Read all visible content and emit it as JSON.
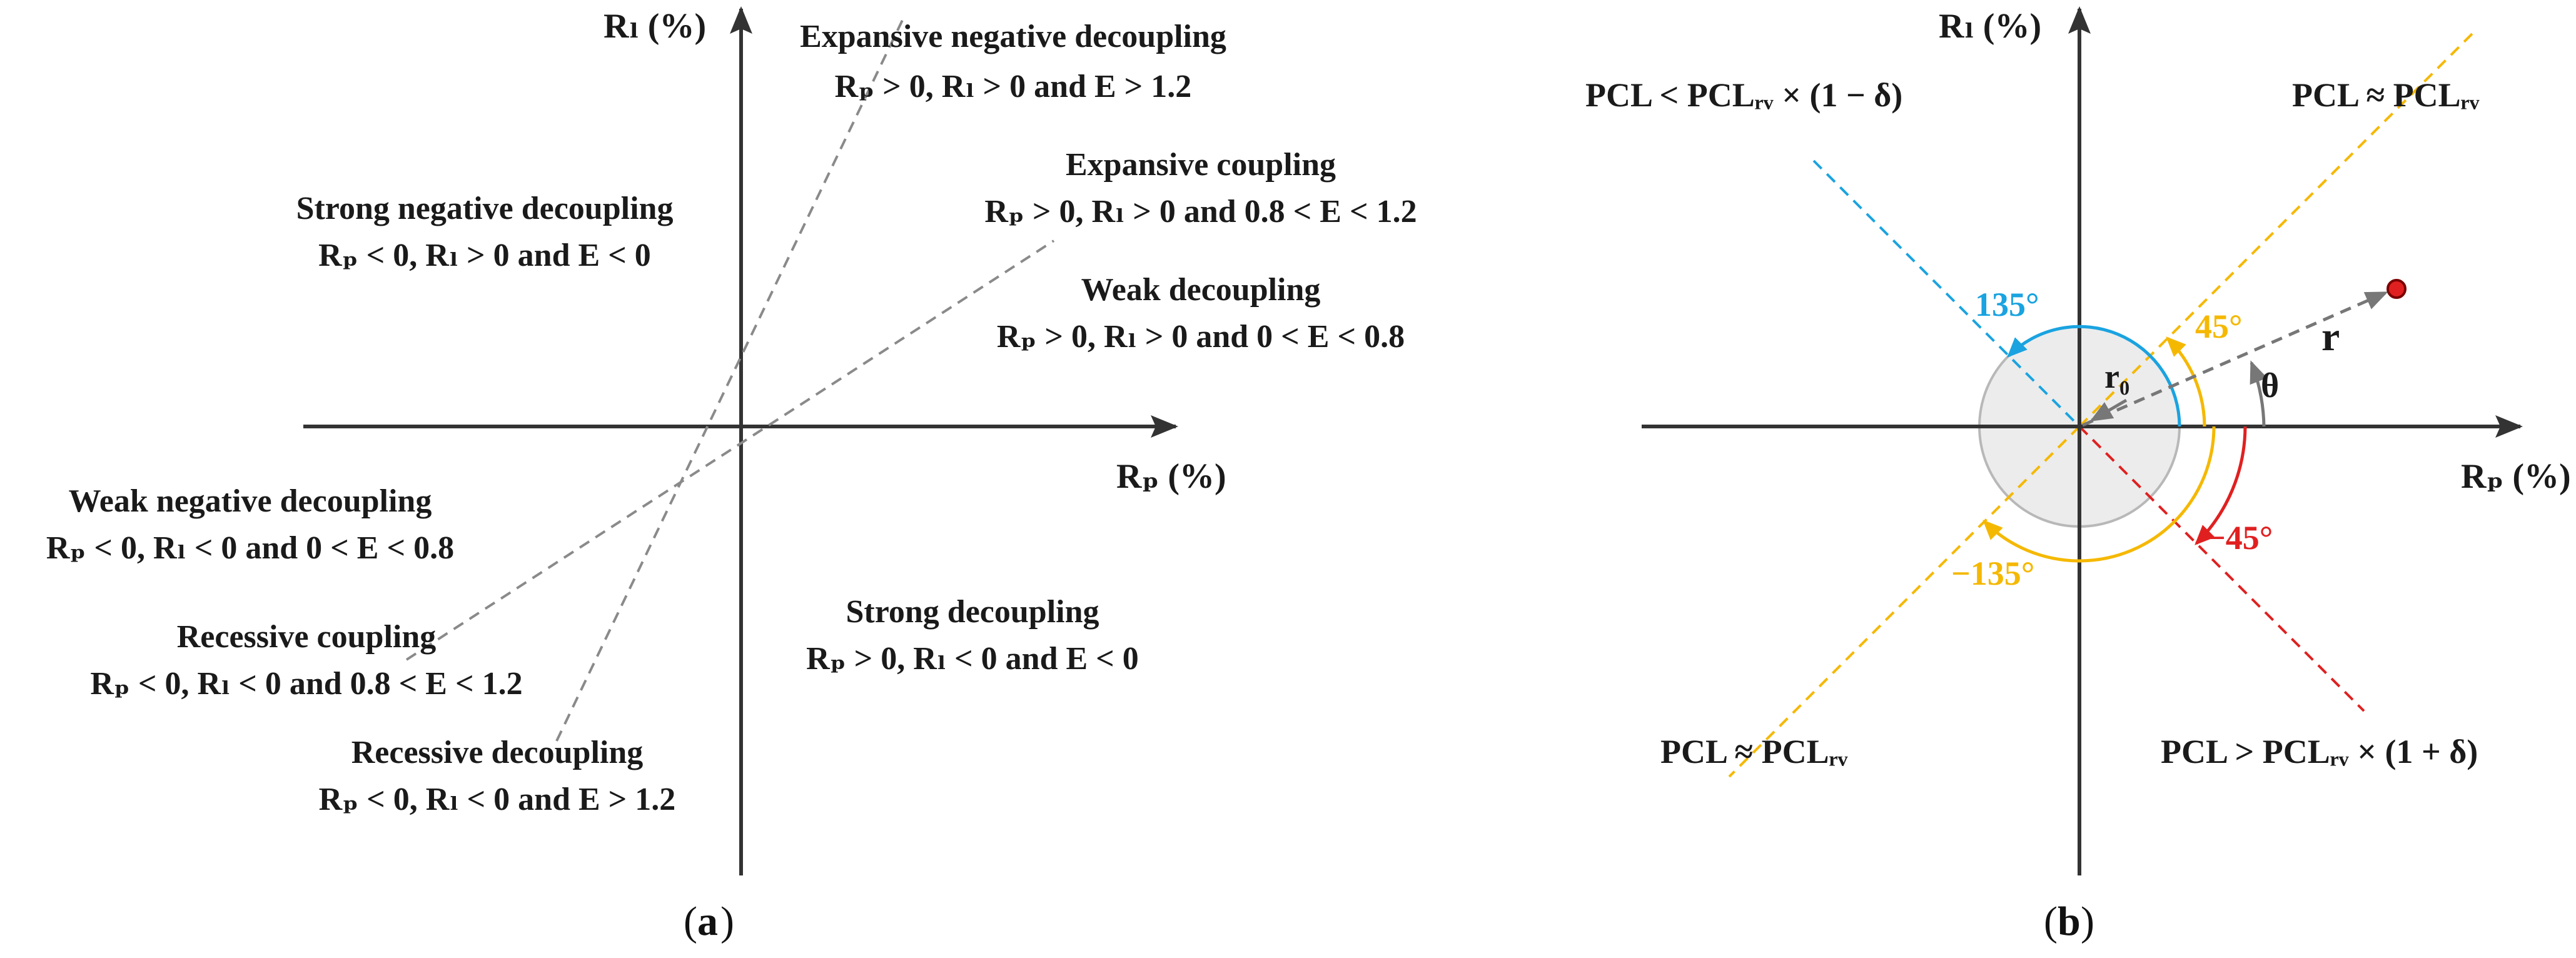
{
  "panel_a": {
    "caption": "a",
    "y_axis": "Rₗ (%)",
    "x_axis": "Rₚ (%)",
    "regions": [
      {
        "title": "Expansive negative decoupling",
        "condition": "Rₚ > 0, Rₗ > 0 and E > 1.2"
      },
      {
        "title": "Expansive coupling",
        "condition": "Rₚ > 0, Rₗ > 0 and 0.8 < E < 1.2"
      },
      {
        "title": "Strong negative decoupling",
        "condition": "Rₚ < 0, Rₗ > 0 and E < 0"
      },
      {
        "title": "Weak decoupling",
        "condition": "Rₚ > 0, Rₗ > 0 and 0 < E < 0.8"
      },
      {
        "title": "Weak negative decoupling",
        "condition": "Rₚ < 0, Rₗ < 0 and 0 < E < 0.8"
      },
      {
        "title": "Recessive coupling",
        "condition": "Rₚ < 0, Rₗ < 0 and 0.8 < E < 1.2"
      },
      {
        "title": "Strong decoupling",
        "condition": "Rₚ > 0, Rₗ < 0 and E < 0"
      },
      {
        "title": "Recessive decoupling",
        "condition": "Rₚ < 0, Rₗ < 0 and E > 1.2"
      }
    ]
  },
  "panel_b": {
    "caption": "b",
    "y_axis": "Rₗ (%)",
    "x_axis": "Rₚ (%)",
    "quadrant_labels": {
      "top_left": "PCL < PCLᵣᵥ × (1 − δ)",
      "top_right": "PCL ≈ PCLᵣᵥ",
      "bottom_left": "PCL ≈ PCLᵣᵥ",
      "bottom_right": "PCL > PCLᵣᵥ × (1 + δ)"
    },
    "angles": [
      "135°",
      "45°",
      "−45°",
      "−135°"
    ],
    "radius_label": "r₀",
    "vector_label": "r",
    "theta_label": "θ"
  },
  "colors": {
    "blue": "#1aa3e0",
    "yellow": "#f5b800",
    "red": "#e02020",
    "gray": "#888888"
  }
}
